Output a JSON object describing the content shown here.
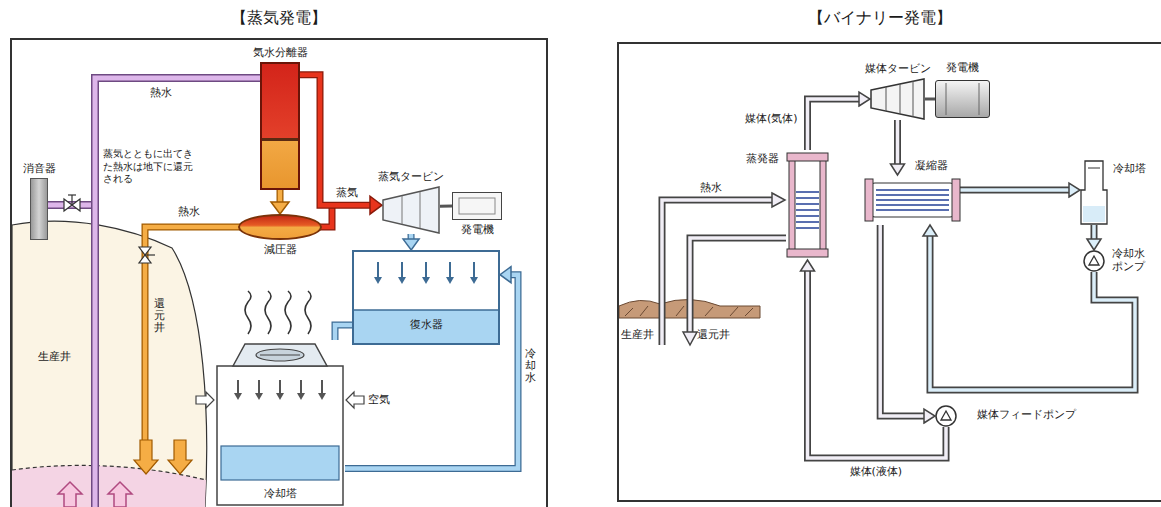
{
  "diagram": {
    "nodes": [
      {
        "text": [
          "【蒸気発電】"
        ]
      },
      {
        "text": [
          "気水分離器"
        ],
        "in": 0
      },
      {
        "text": [
          "消音器"
        ],
        "in": 0
      },
      {
        "text": [
          "減圧器"
        ],
        "in": 0
      },
      {
        "text": [
          "蒸気タービン"
        ],
        "in": 0
      },
      {
        "text": [
          "発電機"
        ],
        "in": 0
      },
      {
        "text": [
          "復水器"
        ],
        "in": 0
      },
      {
        "text": [
          "冷却塔"
        ],
        "in": 0
      },
      {
        "text": [
          "【バイナリー発電】"
        ]
      },
      {
        "text": [
          "媒体タービン"
        ],
        "in": 8
      },
      {
        "text": [
          "発電機"
        ],
        "in": 8
      },
      {
        "text": [
          "蒸発器"
        ],
        "in": 8
      },
      {
        "text": [
          "凝縮器"
        ],
        "in": 8
      },
      {
        "text": [
          "冷却塔"
        ],
        "in": 8
      },
      {
        "text": [
          "冷却水ポンプ"
        ],
        "in": 8
      },
      {
        "text": [
          "媒体フィードポンプ"
        ],
        "in": 8
      }
    ],
    "edges": [
      {
        "from": 1,
        "to": 3,
        "arrow": "to"
      },
      {
        "from": 1,
        "to": 4,
        "label": "蒸気",
        "arrow": "to"
      },
      {
        "from": 4,
        "to": 5,
        "arrow": "none"
      },
      {
        "from": 4,
        "to": 6,
        "arrow": "to"
      },
      {
        "from": 6,
        "to": 7,
        "arrow": "none"
      },
      {
        "from": 7,
        "to": 6,
        "label": "冷却水",
        "arrow": "to"
      },
      {
        "from": 11,
        "to": 9,
        "label": "媒体(気体)",
        "arrow": "to"
      },
      {
        "from": 9,
        "to": 10,
        "arrow": "none"
      },
      {
        "from": 9,
        "to": 12,
        "arrow": "to"
      },
      {
        "from": 12,
        "to": 15,
        "arrow": "to"
      },
      {
        "from": 15,
        "to": 11,
        "label": "媒体(液体)",
        "arrow": "to"
      },
      {
        "from": 12,
        "to": 13,
        "arrow": "to"
      },
      {
        "from": 13,
        "to": 14,
        "arrow": "to"
      },
      {
        "from": 14,
        "to": 12,
        "arrow": "to"
      }
    ],
    "labels": [
      "熱水",
      "蒸気とともに出てきた熱水は地下に還元される",
      "熱水",
      "還元井",
      "生産井",
      "空気",
      "熱水",
      "生産井",
      "還元井"
    ]
  }
}
